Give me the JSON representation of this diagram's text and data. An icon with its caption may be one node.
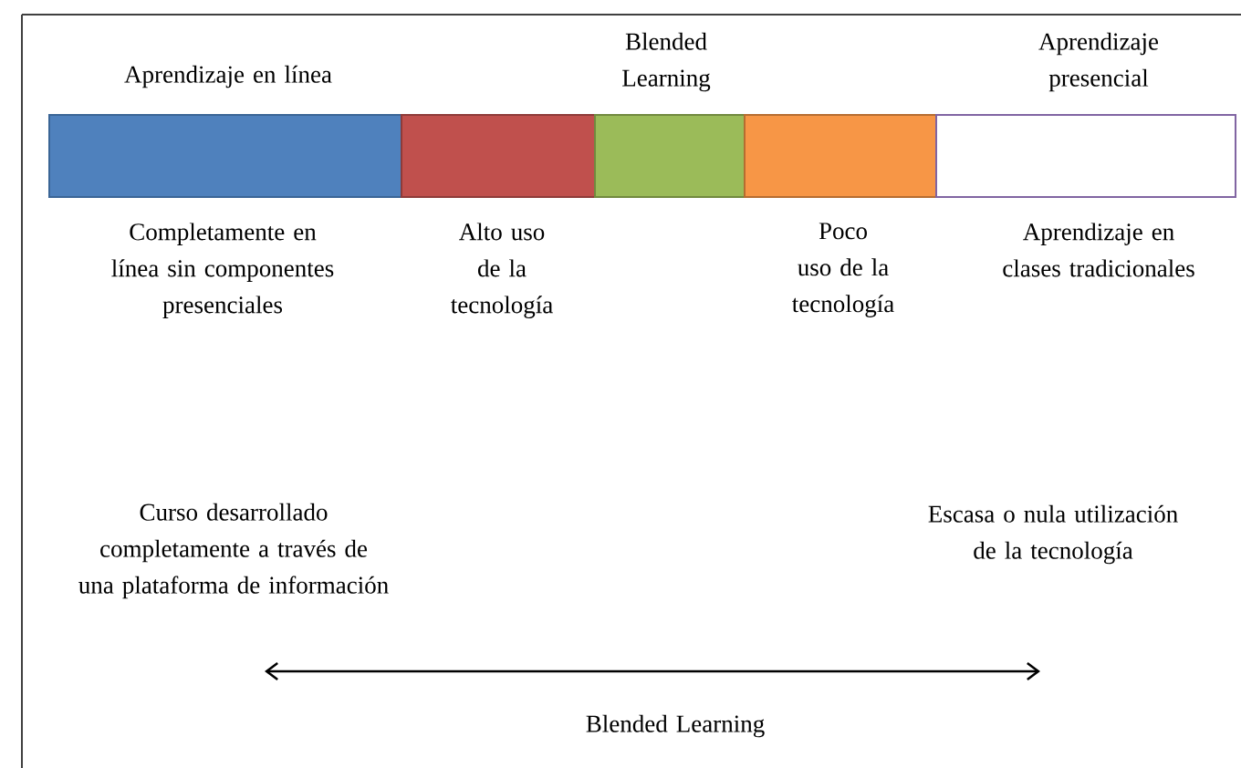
{
  "diagram": {
    "nodes": [
      {
        "text": [],
        "shape": "bar",
        "beside": [
          "Aprendizaje en línea",
          "Completamente en línea sin componentes presenciales"
        ]
      },
      {
        "text": [],
        "shape": "bar",
        "beside": [
          "Alto uso de la tecnología"
        ]
      },
      {
        "text": [],
        "shape": "bar",
        "beside": [
          "Blended Learning"
        ]
      },
      {
        "text": [],
        "shape": "bar",
        "beside": [
          "Poco uso de la tecnología"
        ]
      },
      {
        "text": [],
        "shape": "bar",
        "beside": [
          "Aprendizaje presencial",
          "Aprendizaje en clases tradicionales"
        ]
      }
    ],
    "labels": [
      "Curso desarrollado completamente a través de una plataforma de información",
      "Escasa o nula utilización de la tecnología",
      "Blended Learning"
    ]
  }
}
